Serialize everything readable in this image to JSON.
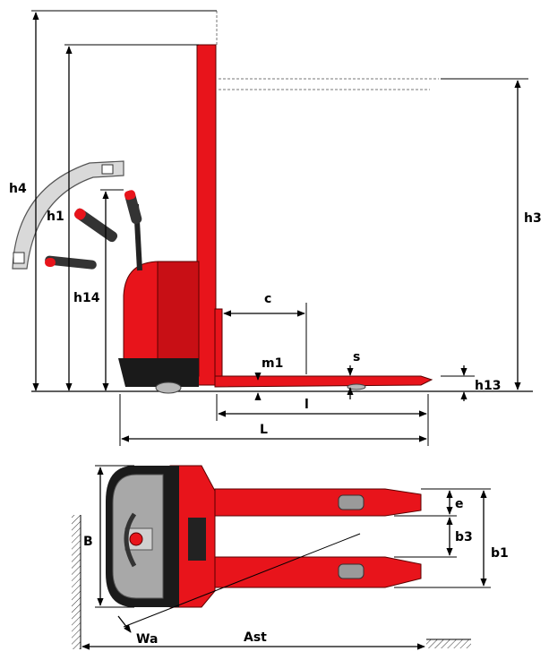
{
  "labels": {
    "h4": "h4",
    "h1": "h1",
    "h14": "h14",
    "h3": "h3",
    "c": "c",
    "m1": "m1",
    "s": "s",
    "l": "l",
    "L": "L",
    "h13": "h13",
    "B": "B",
    "e": "e",
    "b3": "b3",
    "b1": "b1",
    "Wa": "Wa",
    "Ast": "Ast"
  },
  "colors": {
    "body_red": "#e8141b",
    "dark": "#1a1a1a",
    "grey": "#a8a8a8"
  }
}
